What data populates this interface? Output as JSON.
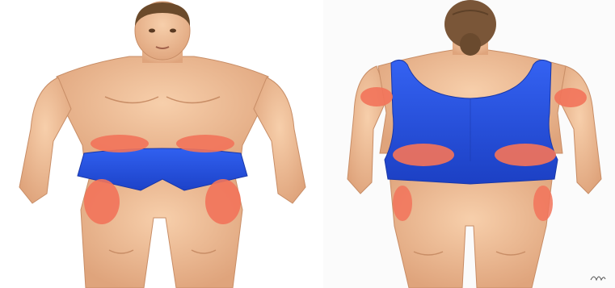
{
  "figures": [
    {
      "name": "front-view-man",
      "skin_color": "#f2c29b",
      "skin_shadow": "#d9a07a",
      "hair_color": "#6b4a2b",
      "garment_color": "#2a56e0",
      "site_color": "#f2735a"
    },
    {
      "name": "back-view-woman",
      "skin_color": "#f2c29b",
      "skin_shadow": "#d9a07a",
      "hair_color": "#7a5638",
      "garment_color": "#2a56e0",
      "site_color": "#f2735a"
    }
  ],
  "injection_sites_front": [
    "abdomen-left",
    "abdomen-right",
    "thigh-left",
    "thigh-right"
  ],
  "injection_sites_back": [
    "upper-arm-left",
    "upper-arm-right",
    "buttock-left",
    "buttock-right",
    "thigh-back-left",
    "thigh-back-right"
  ]
}
